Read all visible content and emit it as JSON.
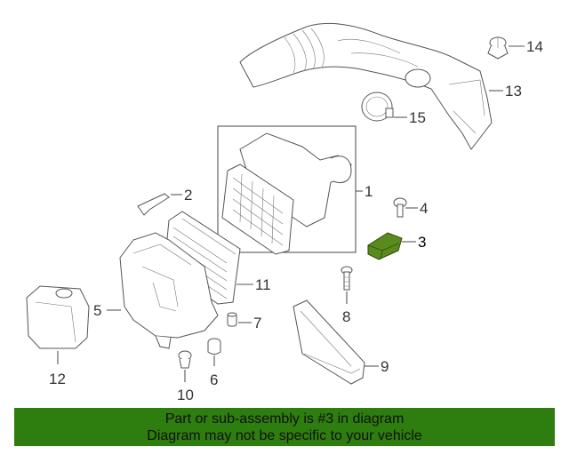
{
  "callouts": {
    "c1": "1",
    "c2": "2",
    "c3": "3",
    "c4": "4",
    "c5": "5",
    "c6": "6",
    "c7": "7",
    "c8": "8",
    "c9": "9",
    "c10": "10",
    "c11": "11",
    "c12": "12",
    "c13": "13",
    "c14": "14",
    "c15": "15"
  },
  "highlighted_part": "3",
  "banner": {
    "line1": "Part or sub-assembly is #3 in diagram",
    "line2": "Diagram may not be specific to your vehicle"
  },
  "colors": {
    "banner_bg": "#2e7d0f",
    "highlight": "#5a8a1e"
  }
}
